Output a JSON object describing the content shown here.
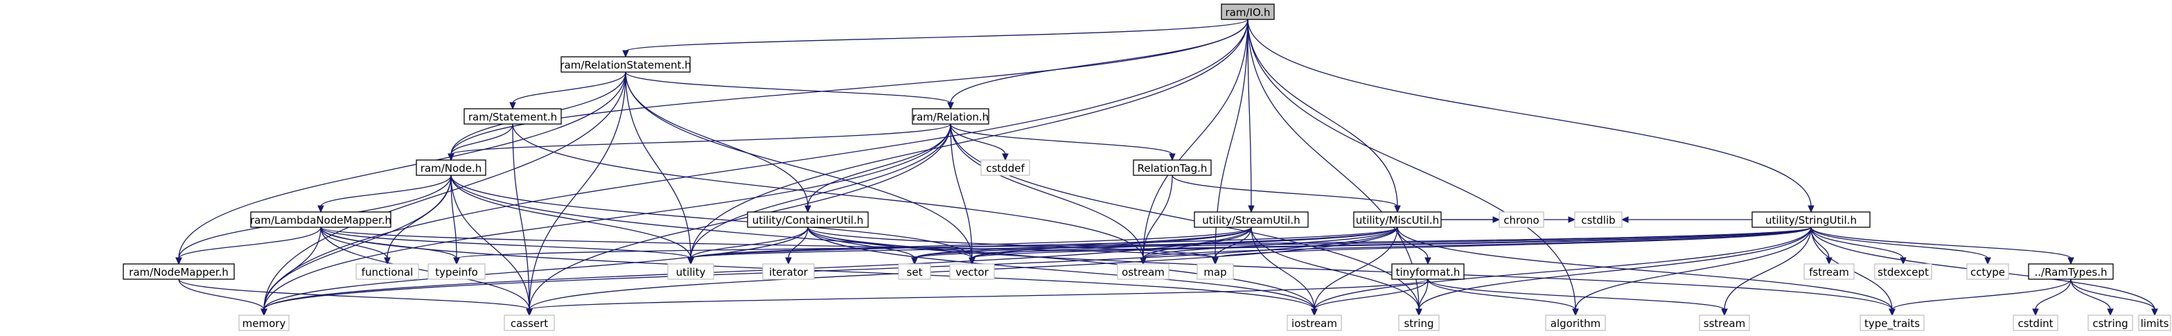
{
  "colors": {
    "edge": "#191970",
    "root_fill": "#bfbfbf",
    "lib_border": "#bfbfbf"
  },
  "nodes": [
    {
      "id": "io",
      "label": "ram/IO.h",
      "kind": "root"
    },
    {
      "id": "relstmt",
      "label": "ram/RelationStatement.h",
      "kind": "header"
    },
    {
      "id": "relation",
      "label": "ram/Relation.h",
      "kind": "header"
    },
    {
      "id": "statement",
      "label": "ram/Statement.h",
      "kind": "header"
    },
    {
      "id": "node",
      "label": "ram/Node.h",
      "kind": "header"
    },
    {
      "id": "reltag",
      "label": "RelationTag.h",
      "kind": "header"
    },
    {
      "id": "streamutil",
      "label": "utility/StreamUtil.h",
      "kind": "header"
    },
    {
      "id": "miscutil",
      "label": "utility/MiscUtil.h",
      "kind": "header"
    },
    {
      "id": "stringutil",
      "label": "utility/StringUtil.h",
      "kind": "header"
    },
    {
      "id": "lambda",
      "label": "ram/LambdaNodeMapper.h",
      "kind": "header"
    },
    {
      "id": "container",
      "label": "utility/ContainerUtil.h",
      "kind": "header"
    },
    {
      "id": "nodemapper",
      "label": "ram/NodeMapper.h",
      "kind": "header"
    },
    {
      "id": "tinyformat",
      "label": "tinyformat.h",
      "kind": "header"
    },
    {
      "id": "ramtypes",
      "label": "../RamTypes.h",
      "kind": "header"
    },
    {
      "id": "cstddef",
      "label": "cstddef",
      "kind": "lib"
    },
    {
      "id": "functional",
      "label": "functional",
      "kind": "lib"
    },
    {
      "id": "typeinfo",
      "label": "typeinfo",
      "kind": "lib"
    },
    {
      "id": "utility",
      "label": "utility",
      "kind": "lib"
    },
    {
      "id": "iterator",
      "label": "iterator",
      "kind": "lib"
    },
    {
      "id": "set",
      "label": "set",
      "kind": "lib"
    },
    {
      "id": "vector",
      "label": "vector",
      "kind": "lib"
    },
    {
      "id": "ostream",
      "label": "ostream",
      "kind": "lib"
    },
    {
      "id": "map",
      "label": "map",
      "kind": "lib"
    },
    {
      "id": "chrono",
      "label": "chrono",
      "kind": "lib"
    },
    {
      "id": "cstdlib",
      "label": "cstdlib",
      "kind": "lib"
    },
    {
      "id": "fstream",
      "label": "fstream",
      "kind": "lib"
    },
    {
      "id": "stdexcept",
      "label": "stdexcept",
      "kind": "lib"
    },
    {
      "id": "cctype",
      "label": "cctype",
      "kind": "lib"
    },
    {
      "id": "memory",
      "label": "memory",
      "kind": "lib"
    },
    {
      "id": "cassert",
      "label": "cassert",
      "kind": "lib"
    },
    {
      "id": "iostream",
      "label": "iostream",
      "kind": "lib"
    },
    {
      "id": "string",
      "label": "string",
      "kind": "lib"
    },
    {
      "id": "algorithm",
      "label": "algorithm",
      "kind": "lib"
    },
    {
      "id": "sstream",
      "label": "sstream",
      "kind": "lib"
    },
    {
      "id": "type_traits",
      "label": "type_traits",
      "kind": "lib"
    },
    {
      "id": "cstdint",
      "label": "cstdint",
      "kind": "lib"
    },
    {
      "id": "cstring",
      "label": "cstring",
      "kind": "lib"
    },
    {
      "id": "limits",
      "label": "limits",
      "kind": "lib"
    }
  ],
  "edges": [
    [
      "io",
      "relstmt"
    ],
    [
      "io",
      "relation"
    ],
    [
      "io",
      "node"
    ],
    [
      "io",
      "streamutil"
    ],
    [
      "io",
      "miscutil"
    ],
    [
      "io",
      "stringutil"
    ],
    [
      "io",
      "memory"
    ],
    [
      "io",
      "utility"
    ],
    [
      "io",
      "ostream"
    ],
    [
      "io",
      "map"
    ],
    [
      "io",
      "string"
    ],
    [
      "io",
      "algorithm"
    ],
    [
      "relstmt",
      "relation"
    ],
    [
      "relstmt",
      "statement"
    ],
    [
      "relstmt",
      "node"
    ],
    [
      "relstmt",
      "container"
    ],
    [
      "relstmt",
      "nodemapper"
    ],
    [
      "relstmt",
      "memory"
    ],
    [
      "relstmt",
      "cassert"
    ],
    [
      "relstmt",
      "utility"
    ],
    [
      "relstmt",
      "vector"
    ],
    [
      "relation",
      "node"
    ],
    [
      "relation",
      "reltag"
    ],
    [
      "relation",
      "container"
    ],
    [
      "relation",
      "cstddef"
    ],
    [
      "relation",
      "memory"
    ],
    [
      "relation",
      "utility"
    ],
    [
      "relation",
      "vector"
    ],
    [
      "relation",
      "ostream"
    ],
    [
      "relation",
      "cassert"
    ],
    [
      "relation",
      "string"
    ],
    [
      "statement",
      "node"
    ],
    [
      "statement",
      "cassert"
    ],
    [
      "statement",
      "ostream"
    ],
    [
      "node",
      "lambda"
    ],
    [
      "node",
      "nodemapper"
    ],
    [
      "node",
      "functional"
    ],
    [
      "node",
      "typeinfo"
    ],
    [
      "node",
      "utility"
    ],
    [
      "node",
      "vector"
    ],
    [
      "node",
      "memory"
    ],
    [
      "node",
      "cassert"
    ],
    [
      "node",
      "iostream"
    ],
    [
      "reltag",
      "miscutil"
    ],
    [
      "reltag",
      "ostream"
    ],
    [
      "lambda",
      "nodemapper"
    ],
    [
      "lambda",
      "functional"
    ],
    [
      "lambda",
      "typeinfo"
    ],
    [
      "lambda",
      "utility"
    ],
    [
      "lambda",
      "memory"
    ],
    [
      "lambda",
      "cassert"
    ],
    [
      "lambda",
      "map"
    ],
    [
      "lambda",
      "iostream"
    ],
    [
      "container",
      "memory"
    ],
    [
      "container",
      "utility"
    ],
    [
      "container",
      "iterator"
    ],
    [
      "container",
      "set"
    ],
    [
      "container",
      "vector"
    ],
    [
      "container",
      "map"
    ],
    [
      "container",
      "iostream"
    ],
    [
      "container",
      "type_traits"
    ],
    [
      "nodemapper",
      "memory"
    ],
    [
      "nodemapper",
      "cassert"
    ],
    [
      "streamutil",
      "utility"
    ],
    [
      "streamutil",
      "set"
    ],
    [
      "streamutil",
      "vector"
    ],
    [
      "streamutil",
      "ostream"
    ],
    [
      "streamutil",
      "map"
    ],
    [
      "streamutil",
      "memory"
    ],
    [
      "streamutil",
      "string"
    ],
    [
      "streamutil",
      "iostream"
    ],
    [
      "miscutil",
      "tinyformat"
    ],
    [
      "miscutil",
      "chrono"
    ],
    [
      "miscutil",
      "cstdlib"
    ],
    [
      "miscutil",
      "set"
    ],
    [
      "miscutil",
      "utility"
    ],
    [
      "miscutil",
      "vector"
    ],
    [
      "miscutil",
      "ostream"
    ],
    [
      "miscutil",
      "memory"
    ],
    [
      "miscutil",
      "iostream"
    ],
    [
      "miscutil",
      "type_traits"
    ],
    [
      "miscutil",
      "cassert"
    ],
    [
      "tinyformat",
      "cassert"
    ],
    [
      "tinyformat",
      "iostream"
    ],
    [
      "tinyformat",
      "string"
    ],
    [
      "tinyformat",
      "algorithm"
    ],
    [
      "tinyformat",
      "sstream"
    ],
    [
      "stringutil",
      "ramtypes"
    ],
    [
      "stringutil",
      "cstdlib"
    ],
    [
      "stringutil",
      "fstream"
    ],
    [
      "stringutil",
      "stdexcept"
    ],
    [
      "stringutil",
      "cctype"
    ],
    [
      "stringutil",
      "limits"
    ],
    [
      "stringutil",
      "vector"
    ],
    [
      "stringutil",
      "typeinfo"
    ],
    [
      "stringutil",
      "map"
    ],
    [
      "stringutil",
      "set"
    ],
    [
      "stringutil",
      "ostream"
    ],
    [
      "stringutil",
      "string"
    ],
    [
      "stringutil",
      "iostream"
    ],
    [
      "stringutil",
      "algorithm"
    ],
    [
      "stringutil",
      "sstream"
    ],
    [
      "stringutil",
      "type_traits"
    ],
    [
      "stringutil",
      "utility"
    ],
    [
      "ramtypes",
      "cstdint"
    ],
    [
      "ramtypes",
      "cstring"
    ],
    [
      "ramtypes",
      "limits"
    ],
    [
      "ramtypes",
      "type_traits"
    ]
  ]
}
